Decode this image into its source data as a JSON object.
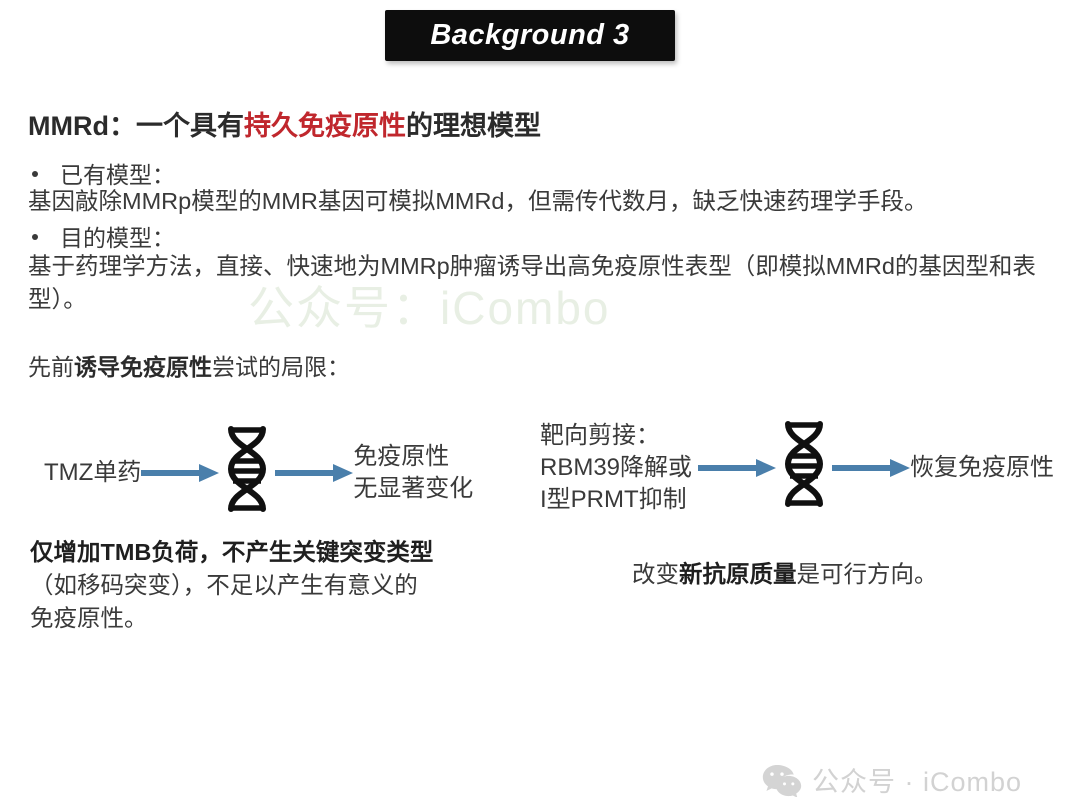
{
  "banner": {
    "title": "Background 3"
  },
  "heading": {
    "prefix": "MMRd：一个具有",
    "highlight": "持久免疫原性",
    "suffix": "的理想模型",
    "highlight_color": "#c0272d"
  },
  "bullets": [
    {
      "label": "已有模型："
    },
    {
      "label": "目的模型："
    }
  ],
  "paragraphs": {
    "existing_model": "基因敲除MMRp模型的MMR基因可模拟MMRd，但需传代数月，缺乏快速药理学手段。",
    "target_model": "基于药理学方法，直接、快速地为MMRp肿瘤诱导出高免疫原性表型（即模拟MMRd的基因型和表型）。"
  },
  "sub_heading": {
    "prefix": "先前",
    "bold": "诱导免疫原性",
    "suffix": "尝试的局限："
  },
  "diagrams": [
    {
      "id": "tmz-flow",
      "input": "TMZ单药",
      "icon": "dna-helix-icon",
      "output_lines": [
        "免疫原性",
        "无显著变化"
      ],
      "arrow_color": "#4a7fab"
    },
    {
      "id": "splicing-flow",
      "input_lines": [
        "靶向剪接：",
        "RBM39降解或",
        "I型PRMT抑制"
      ],
      "icon": "dna-helix-icon",
      "output_lines": [
        "恢复免疫原性"
      ],
      "arrow_color": "#4a7fab"
    }
  ],
  "notes": {
    "left": {
      "line1_bold": "仅增加TMB负荷，不产生关键突变类型",
      "line2": "（如移码突变），不足以产生有意义的",
      "line3": "免疫原性。"
    },
    "right": {
      "prefix": "改变",
      "bold": "新抗原质量",
      "suffix": "是可行方向。"
    }
  },
  "watermarks": {
    "center": "公众号：iCombo",
    "footer": "公众号 · iCombo",
    "footer_icon": "wechat-logo-icon"
  }
}
